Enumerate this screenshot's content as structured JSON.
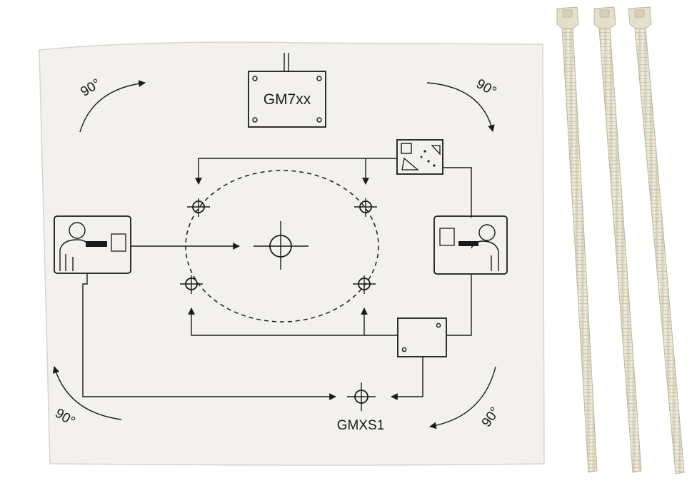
{
  "template": {
    "module_label": "GM7xx",
    "test_point_label": "GMXS1",
    "rotation_labels": [
      "90°",
      "90°",
      "90°",
      "90°"
    ]
  },
  "cable_ties": {
    "count": 3
  },
  "colors": {
    "paper": "#f3f1ee",
    "ink": "#1a1a1a",
    "cable_tie": "#ece8d6"
  }
}
